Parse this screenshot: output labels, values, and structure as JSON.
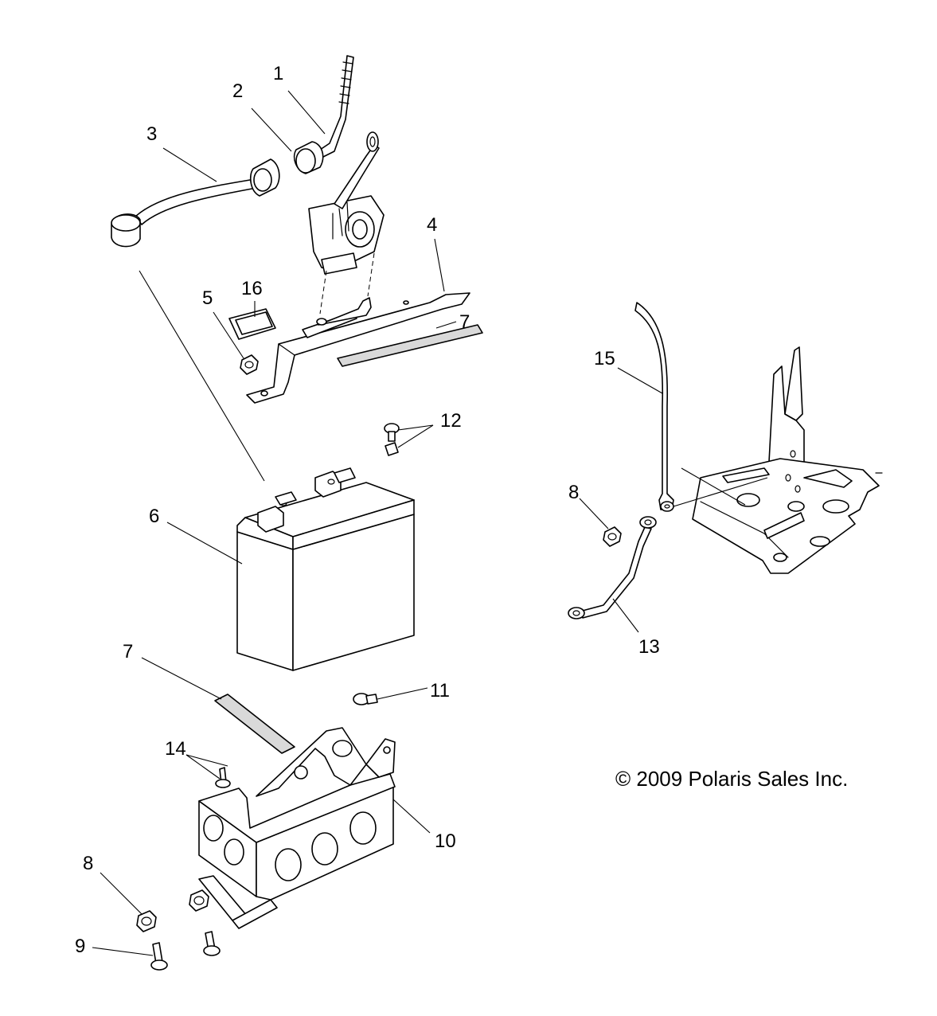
{
  "callouts": [
    {
      "id": "1",
      "text": "1"
    },
    {
      "id": "2",
      "text": "2"
    },
    {
      "id": "3",
      "text": "3"
    },
    {
      "id": "4",
      "text": "4"
    },
    {
      "id": "5",
      "text": "5"
    },
    {
      "id": "16",
      "text": "16"
    },
    {
      "id": "7a",
      "text": "7"
    },
    {
      "id": "12",
      "text": "12"
    },
    {
      "id": "6",
      "text": "6"
    },
    {
      "id": "7b",
      "text": "7"
    },
    {
      "id": "11",
      "text": "11"
    },
    {
      "id": "14",
      "text": "14"
    },
    {
      "id": "10",
      "text": "10"
    },
    {
      "id": "8a",
      "text": "8"
    },
    {
      "id": "9",
      "text": "9"
    },
    {
      "id": "15",
      "text": "15"
    },
    {
      "id": "8b",
      "text": "8"
    },
    {
      "id": "13",
      "text": "13"
    }
  ],
  "copyright": "© 2009 Polaris Sales Inc."
}
